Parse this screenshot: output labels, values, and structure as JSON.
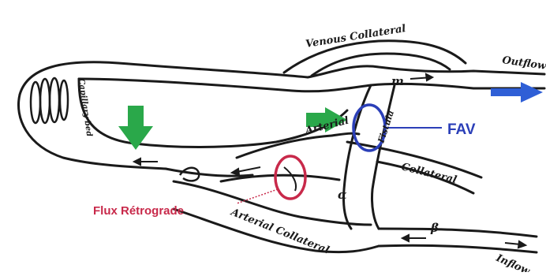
{
  "labels": {
    "venous_collateral": "Venous Collateral",
    "outflow": "Outflow",
    "m": "m",
    "arterial_top": "Arterial",
    "fistula": "Fistula",
    "fav": "FAV",
    "collateral": "Collateral",
    "alpha": "α",
    "beta": "β",
    "arterial_collateral": "Arterial Collateral",
    "inflow": "Inflow",
    "flux_retrograde": "Flux Rétrograde",
    "capillary_bed": "Capillary bed"
  },
  "colors": {
    "line": "#1a1a1a",
    "green_arrow": "#2aa84a",
    "blue": "#2b3fb8",
    "outflow_arrow": "#2f5fd6",
    "red": "#c8294a"
  }
}
